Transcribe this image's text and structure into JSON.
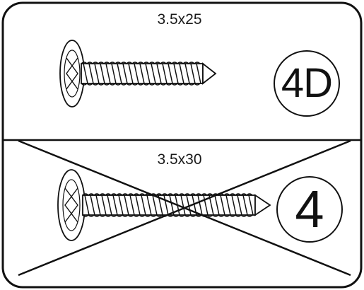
{
  "panels": [
    {
      "size_label": "3.5x25",
      "part_code": "4D",
      "crossed_out": false
    },
    {
      "size_label": "3.5x30",
      "part_code": "4",
      "crossed_out": true
    }
  ],
  "colors": {
    "line": "#111111",
    "background": "#ffffff"
  },
  "icons": {
    "screw_top": "phillips-screw-icon",
    "screw_bottom": "phillips-screw-icon",
    "cross_out": "x-cross-out-icon"
  }
}
